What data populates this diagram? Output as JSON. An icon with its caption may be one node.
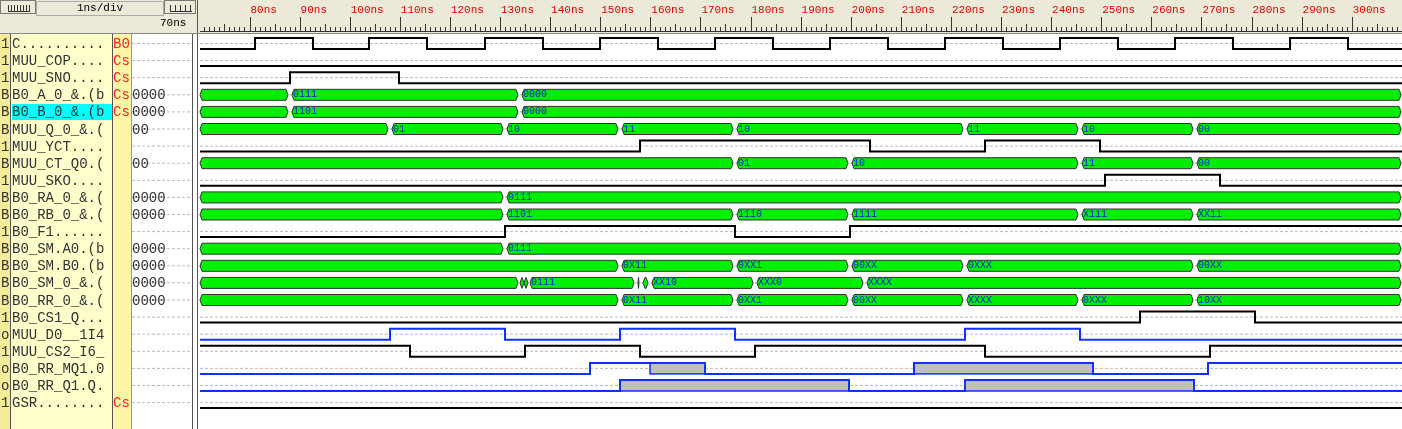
{
  "diagram": {
    "labels": [
      "1ns/div",
      "70ns",
      "80ns",
      "90ns",
      "100ns",
      "110ns",
      "120ns",
      "130ns",
      "140ns",
      "150ns",
      "160ns",
      "170ns",
      "180ns",
      "190ns",
      "200ns",
      "210ns",
      "220ns",
      "230ns",
      "240ns",
      "250ns",
      "260ns",
      "270ns",
      "280ns",
      "290ns",
      "300ns",
      "1",
      "C..........",
      "B0",
      "1",
      "MUU_COP....",
      "Cs",
      "1",
      "MUU_SNO....",
      "Cs",
      "B",
      "B0_A_0_&.(b",
      "Cs",
      "0000",
      "0111",
      "0000",
      "B",
      "B0_B_0_&.(b",
      "Cs",
      "0000",
      "1101",
      "0000",
      "B",
      "MUU_Q_0_&.(",
      "00",
      "01",
      "10",
      "11",
      "10",
      "11",
      "10",
      "00",
      "1",
      "MUU_YCT....",
      "B",
      "MUU_CT_Q0.(",
      "00",
      "01",
      "10",
      "11",
      "00",
      "1",
      "MUU_SKO....",
      "B",
      "B0_RA_0_&.(",
      "0000",
      "0111",
      "B",
      "B0_RB_0_&.(",
      "0000",
      "1101",
      "1110",
      "1111",
      "X111",
      "XX11",
      "1",
      "B0_F1......",
      "B",
      "B0_SM.A0.(b",
      "0000",
      "0111",
      "B",
      "B0_SM.B0.(b",
      "0000",
      "0X11",
      "0XX1",
      "00XX",
      "0XXX",
      "00XX",
      "B",
      "B0_SM_0_&.(",
      "0000",
      "0111",
      "XX10",
      "XXX0",
      "XXXX",
      "B",
      "B0_RR_0_&.(",
      "0000",
      "0X11",
      "0XX1",
      "00XX",
      "XXXX",
      "0XXX",
      "10XX",
      "1",
      "B0_CS1_Q...",
      "o",
      "MUU_D0__1I4",
      "1",
      "MUU_CS2_I6_",
      "o",
      "B0_RR_MQ1.0",
      "o",
      "B0_RR_Q1.Q.",
      "1",
      "GSR........",
      "Cs"
    ]
  }
}
